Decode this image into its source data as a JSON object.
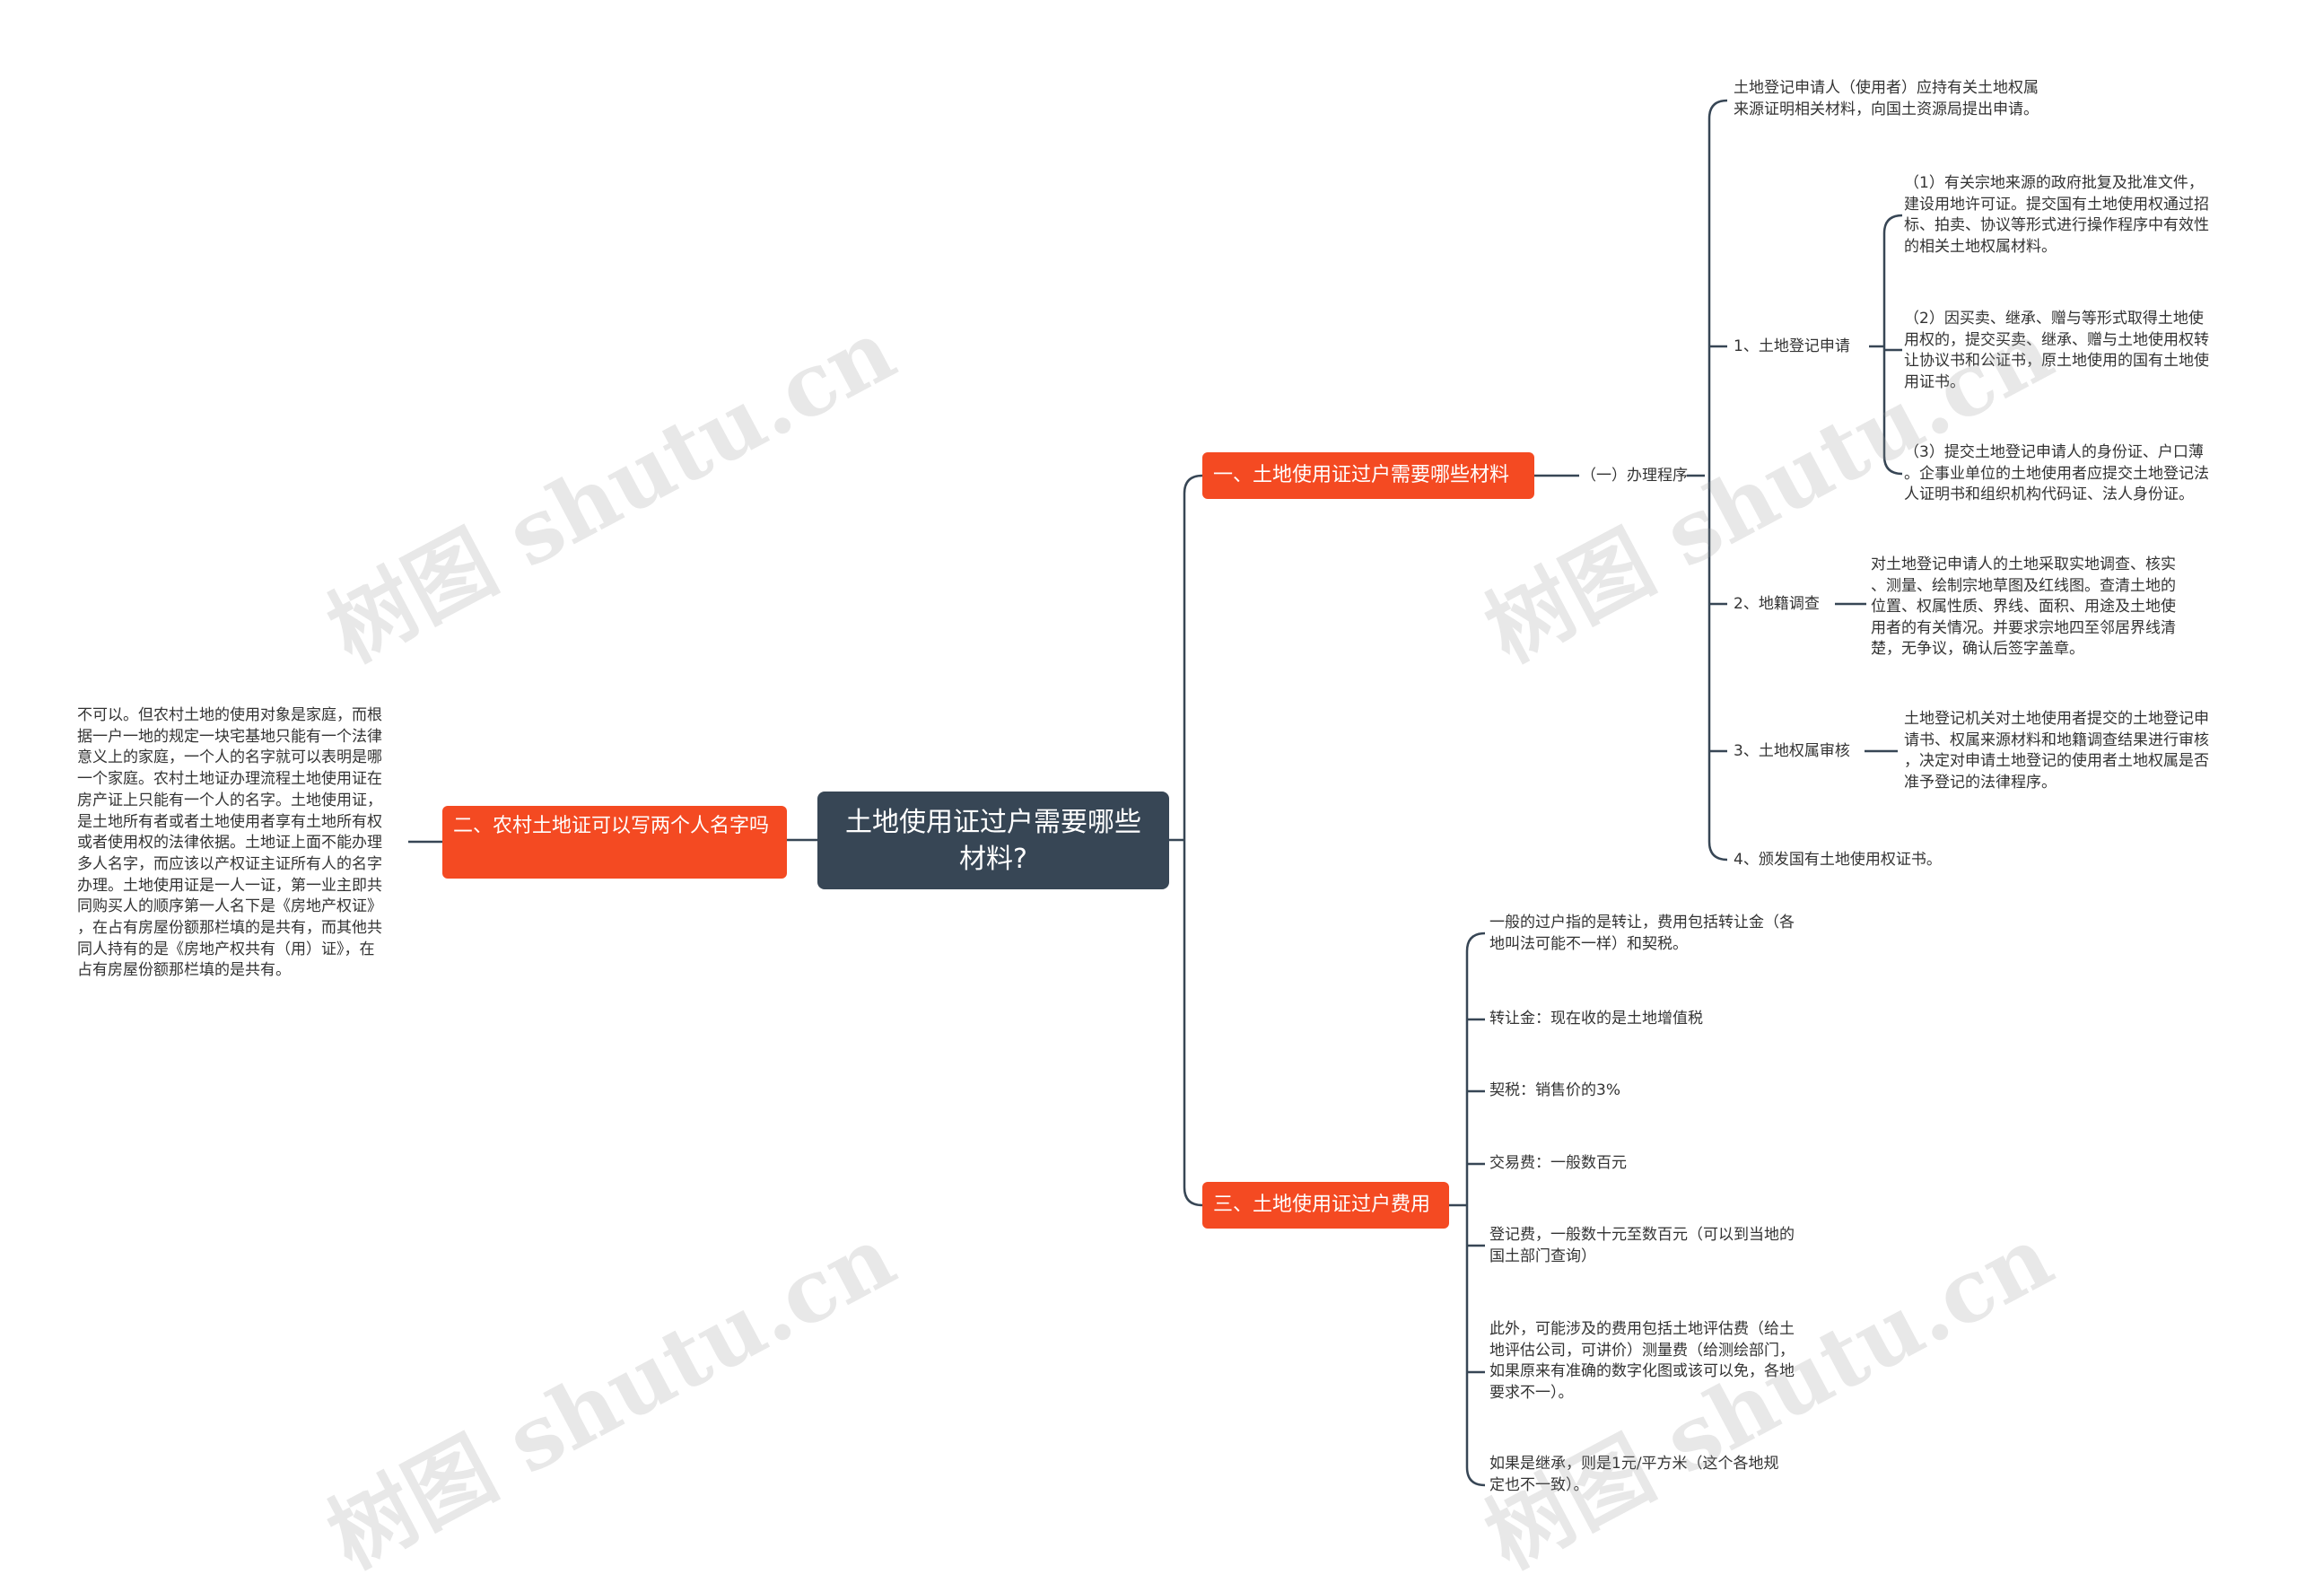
{
  "root": {
    "label": "土地使用证过户需要哪些材料?"
  },
  "branches": {
    "b1": {
      "label": "一、土地使用证过户需要哪些材料"
    },
    "b2": {
      "label": "二、农村土地证可以写两个人名字吗"
    },
    "b3": {
      "label": "三、土地使用证过户费用"
    }
  },
  "b1_child": {
    "label": "（一）办理程序"
  },
  "procedure": {
    "intro": "土地登记申请人（使用者）应持有关土地权属\n来源证明相关材料，向国土资源局提出申请。",
    "step1": "1、土地登记申请",
    "step1_items": [
      "（1）有关宗地来源的政府批复及批准文件，\n建设用地许可证。提交国有土地使用权通过招\n标、拍卖、协议等形式进行操作程序中有效性\n的相关土地权属材料。",
      "（2）因买卖、继承、赠与等形式取得土地使\n用权的，提交买卖、继承、赠与土地使用权转\n让协议书和公证书，原土地使用的国有土地使\n用证书。",
      "（3）提交土地登记申请人的身份证、户口薄\n。企事业单位的土地使用者应提交土地登记法\n人证明书和组织机构代码证、法人身份证。"
    ],
    "step2": "2、地籍调查",
    "step2_detail": "对土地登记申请人的土地采取实地调查、核实\n、测量、绘制宗地草图及红线图。查清土地的\n位置、权属性质、界线、面积、用途及土地使\n用者的有关情况。并要求宗地四至邻居界线清\n楚，无争议，确认后签字盖章。",
    "step3": "3、土地权属审核",
    "step3_detail": "土地登记机关对土地使用者提交的土地登记申\n请书、权属来源材料和地籍调查结果进行审核\n，决定对申请土地登记的使用者土地权属是否\n准予登记的法律程序。",
    "step4": "4、颁发国有土地使用权证书。"
  },
  "b2_detail": "不可以。但农村土地的使用对象是家庭，而根\n据一户一地的规定一块宅基地只能有一个法律\n意义上的家庭，一个人的名字就可以表明是哪\n一个家庭。农村土地证办理流程土地使用证在\n房产证上只能有一个人的名字。土地使用证，\n是土地所有者或者土地使用者享有土地所有权\n或者使用权的法律依据。土地证上面不能办理\n多人名字，而应该以产权证主证所有人的名字\n办理。土地使用证是一人一证，第一业主即共\n同购买人的顺序第一人名下是《房地产权证》\n，在占有房屋份额那栏填的是共有，而其他共\n同人持有的是《房地产权共有（用）证》，在\n占有房屋份额那栏填的是共有。",
  "fees": [
    "一般的过户指的是转让，费用包括转让金（各\n地叫法可能不一样）和契税。",
    "转让金：现在收的是土地增值税",
    "契税：销售价的3%",
    "交易费：一般数百元",
    "登记费，一般数十元至数百元（可以到当地的\n国土部门查询）",
    "此外，可能涉及的费用包括土地评估费（给土\n地评估公司，可讲价）测量费（给测绘部门，\n如果原来有准确的数字化图或该可以免，各地\n要求不一）。",
    "如果是继承，则是1元/平方米（这个各地规\n定也不一致）。"
  ],
  "watermark": "树图 shutu.cn",
  "colors": {
    "root": "#374655",
    "branch": "#f44a22",
    "line": "#374655"
  }
}
